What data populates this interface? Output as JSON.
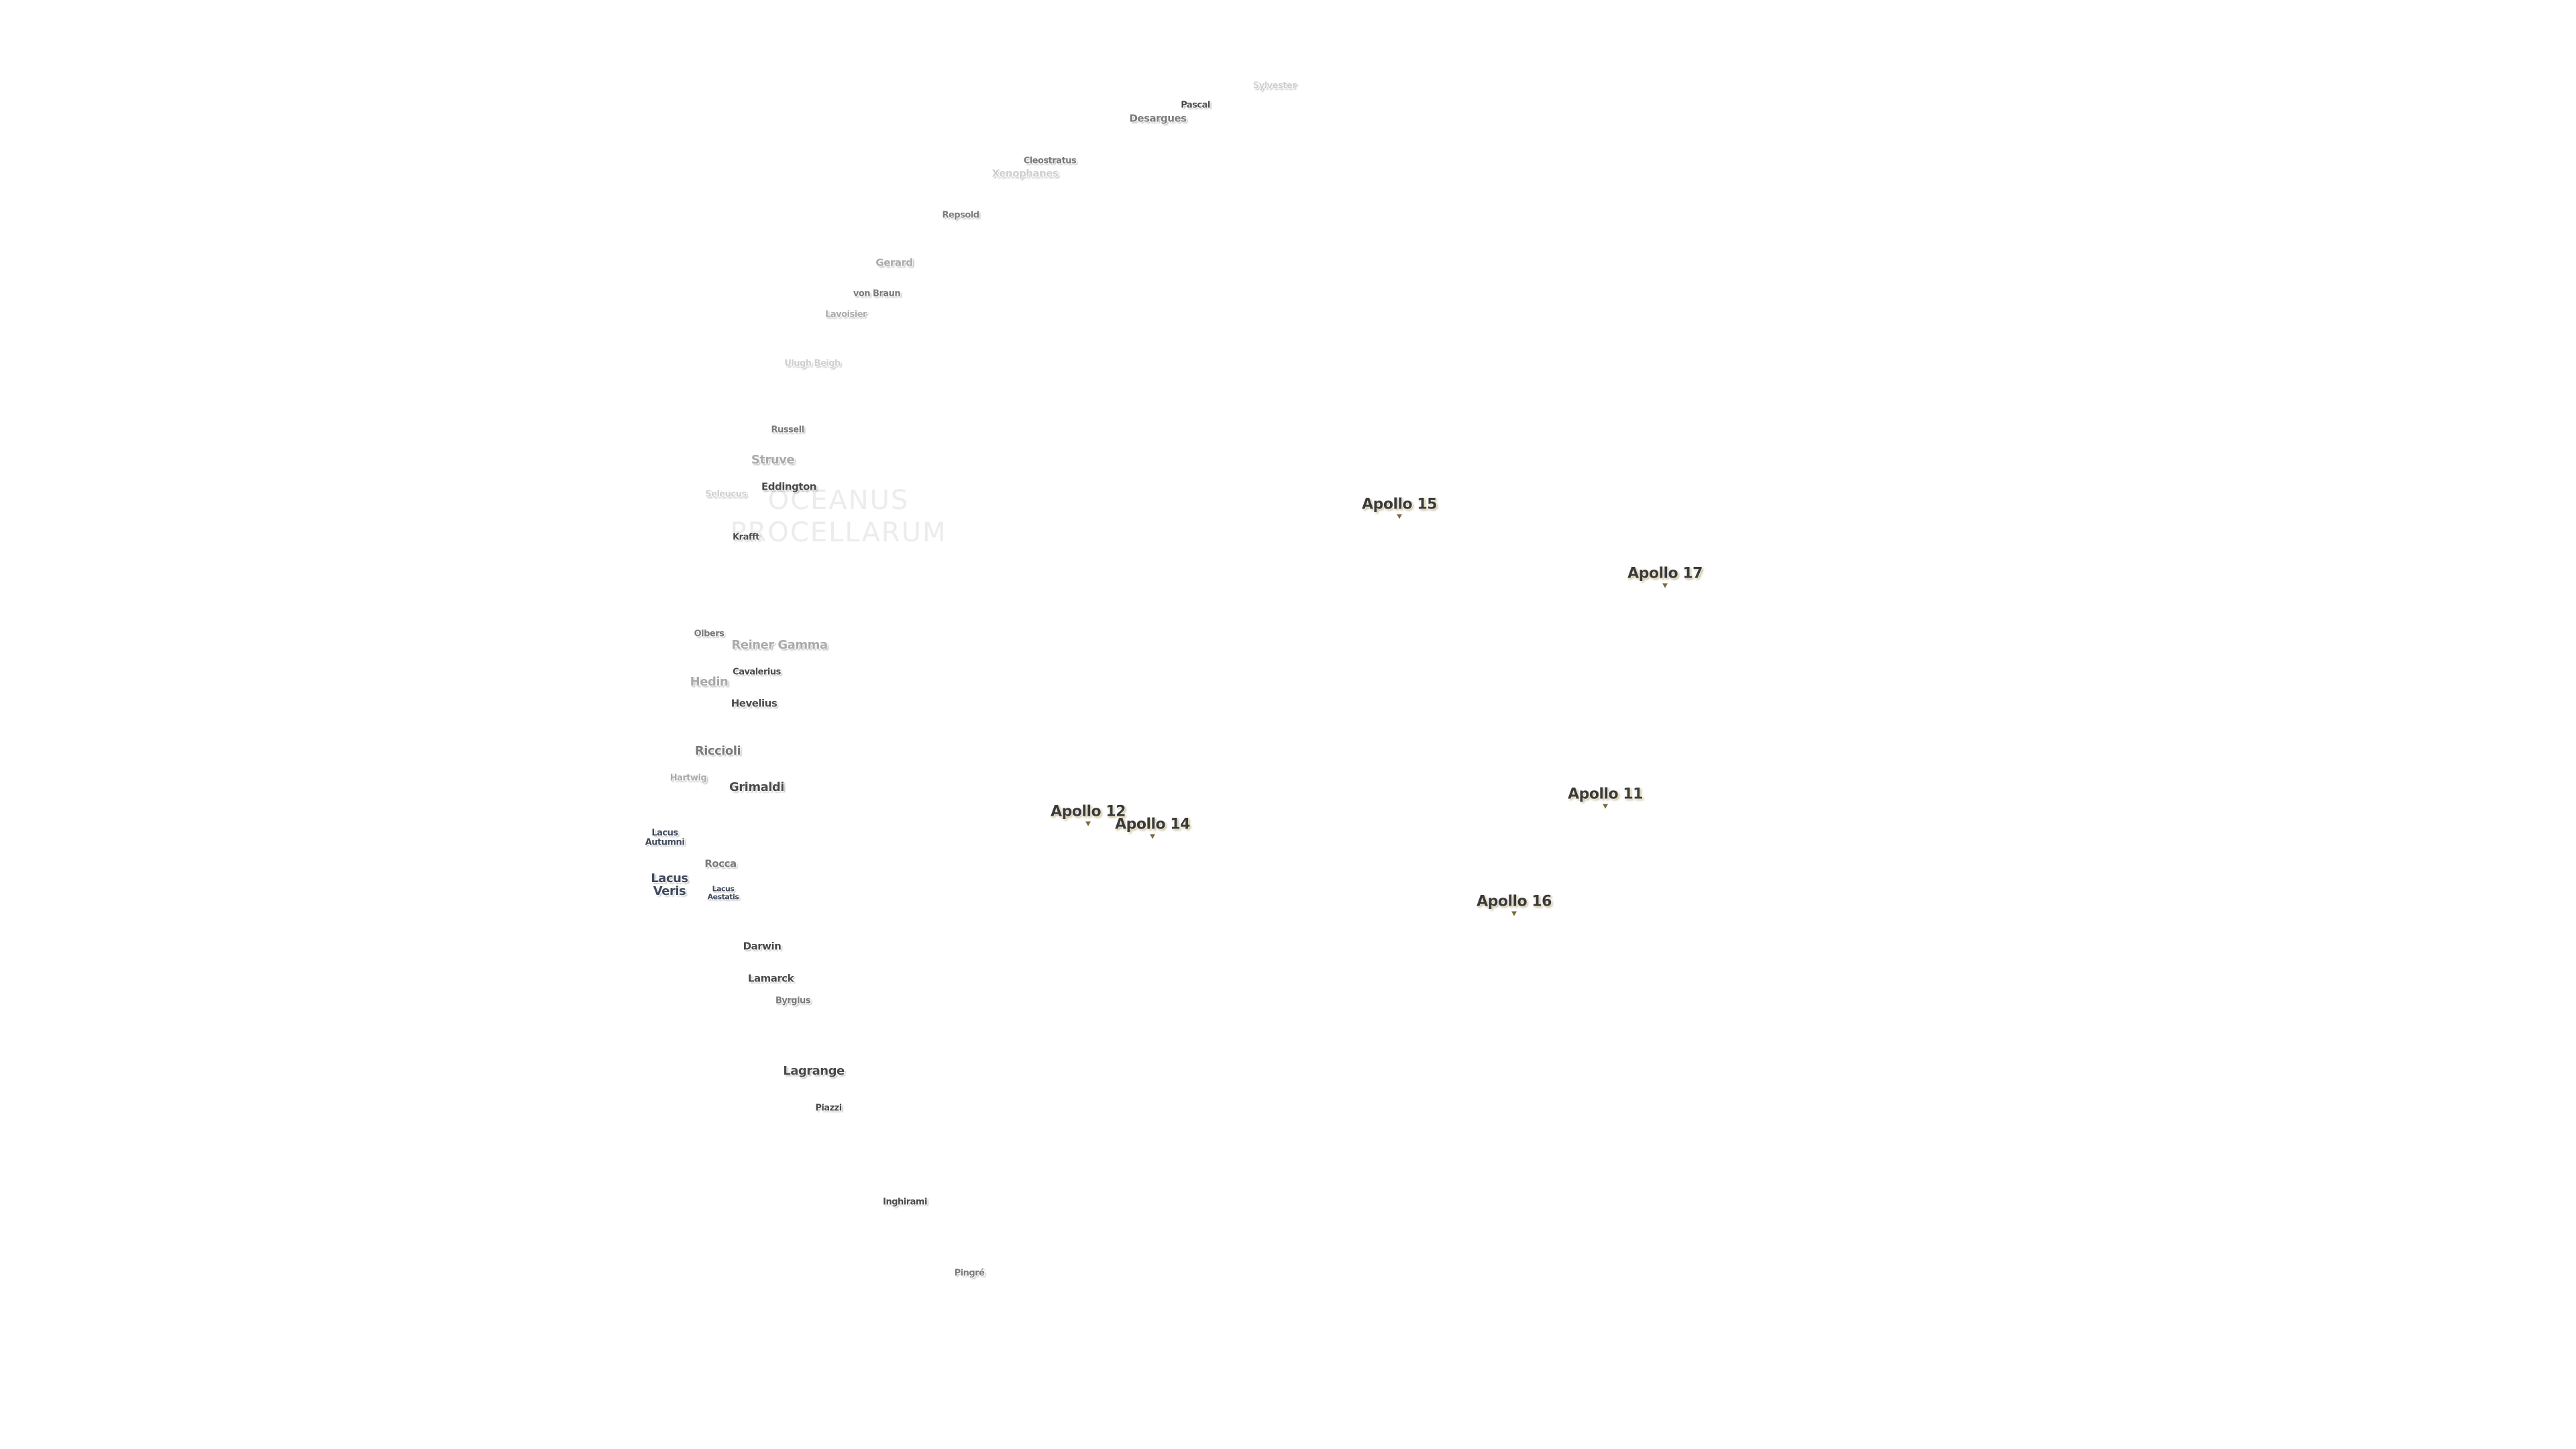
{
  "ocean": {
    "line1": "OCEANUS",
    "line2": "PROCELLARUM"
  },
  "features": [
    {
      "id": "sylvester",
      "text": "Sylvester"
    },
    {
      "id": "pascal",
      "text": "Pascal"
    },
    {
      "id": "desargues",
      "text": "Desargues"
    },
    {
      "id": "cleostratus",
      "text": "Cleostratus"
    },
    {
      "id": "xenophanes",
      "text": "Xenophanes"
    },
    {
      "id": "repsold",
      "text": "Repsold"
    },
    {
      "id": "gerard",
      "text": "Gerard"
    },
    {
      "id": "von-braun",
      "text": "von Braun"
    },
    {
      "id": "lavoisier",
      "text": "Lavoisier"
    },
    {
      "id": "ulugh-beigh",
      "text": "Ulugh Beigh"
    },
    {
      "id": "russell",
      "text": "Russell"
    },
    {
      "id": "struve",
      "text": "Struve"
    },
    {
      "id": "eddington",
      "text": "Eddington"
    },
    {
      "id": "seleucus",
      "text": "Seleucus"
    },
    {
      "id": "krafft",
      "text": "Krafft"
    },
    {
      "id": "olbers",
      "text": "Olbers"
    },
    {
      "id": "reiner-gamma",
      "text": "Reiner Gamma"
    },
    {
      "id": "cavalerius",
      "text": "Cavalerius"
    },
    {
      "id": "hedin",
      "text": "Hedin"
    },
    {
      "id": "hevelius",
      "text": "Hevelius"
    },
    {
      "id": "riccioli",
      "text": "Riccioli"
    },
    {
      "id": "hartwig",
      "text": "Hartwig"
    },
    {
      "id": "grimaldi",
      "text": "Grimaldi"
    },
    {
      "id": "rocca",
      "text": "Rocca"
    },
    {
      "id": "darwin",
      "text": "Darwin"
    },
    {
      "id": "lamarck",
      "text": "Lamarck"
    },
    {
      "id": "byrgius",
      "text": "Byrgius"
    },
    {
      "id": "lagrange",
      "text": "Lagrange"
    },
    {
      "id": "piazzi",
      "text": "Piazzi"
    },
    {
      "id": "inghirami",
      "text": "Inghirami"
    },
    {
      "id": "pingre",
      "text": "Pingré"
    }
  ],
  "lakes": [
    {
      "id": "lacus-autumni",
      "line1": "Lacus",
      "line2": "Autumni"
    },
    {
      "id": "lacus-veris",
      "line1": "Lacus",
      "line2": "Veris"
    },
    {
      "id": "lacus-aestatis",
      "line1": "Lacus",
      "line2": "Aestatis"
    }
  ],
  "apollo_sites": [
    {
      "id": "apollo-15",
      "text": "Apollo 15"
    },
    {
      "id": "apollo-17",
      "text": "Apollo 17"
    },
    {
      "id": "apollo-11",
      "text": "Apollo 11"
    },
    {
      "id": "apollo-12",
      "text": "Apollo 12"
    },
    {
      "id": "apollo-14",
      "text": "Apollo 14"
    },
    {
      "id": "apollo-16",
      "text": "Apollo 16"
    }
  ]
}
